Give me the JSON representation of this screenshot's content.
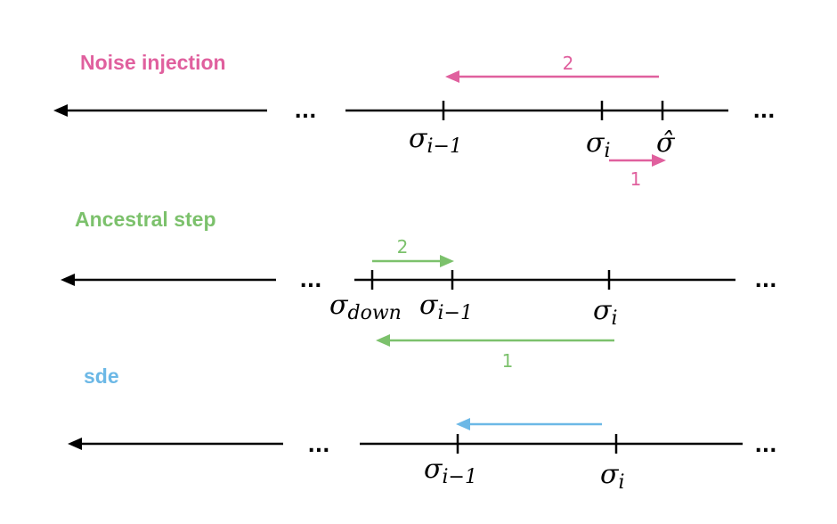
{
  "colors": {
    "noise": "#e0609e",
    "ancestral": "#7cc16c",
    "sde": "#6cb8e6",
    "axis": "#000000"
  },
  "ellipsis": "...",
  "sections": {
    "noise": {
      "title": "Noise injection",
      "arrow_top_label": "2",
      "arrow_bottom_label": "1",
      "labels": {
        "sigma_prev": "σ",
        "sigma_prev_sub": "i−1",
        "sigma_i": "σ",
        "sigma_i_sub": "i",
        "sigma_hat": "σ̂"
      }
    },
    "ancestral": {
      "title": "Ancestral step",
      "arrow_top_label": "2",
      "arrow_bottom_label": "1",
      "labels": {
        "sigma_down": "σ",
        "sigma_down_sub": "down",
        "sigma_prev": "σ",
        "sigma_prev_sub": "i−1",
        "sigma_i": "σ",
        "sigma_i_sub": "i"
      }
    },
    "sde": {
      "title": "sde",
      "labels": {
        "sigma_prev": "σ",
        "sigma_prev_sub": "i−1",
        "sigma_i": "σ",
        "sigma_i_sub": "i"
      }
    }
  }
}
